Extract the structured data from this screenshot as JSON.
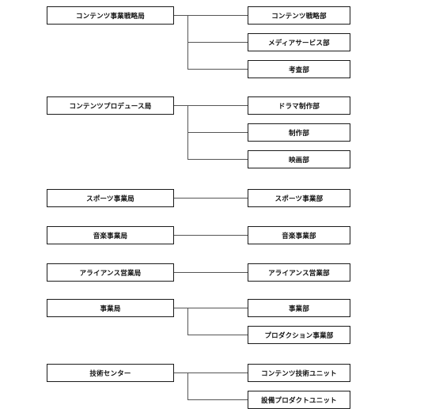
{
  "groups": [
    {
      "bureau": "コンテンツ事業戦略局",
      "departments": [
        "コンテンツ戦略部",
        "メディアサービス部",
        "考査部"
      ]
    },
    {
      "bureau": "コンテンツプロデュース局",
      "departments": [
        "ドラマ制作部",
        "制作部",
        "映画部"
      ]
    },
    {
      "bureau": "スポーツ事業局",
      "departments": [
        "スポーツ事業部"
      ]
    },
    {
      "bureau": "音楽事業局",
      "departments": [
        "音楽事業部"
      ]
    },
    {
      "bureau": "アライアンス営業局",
      "departments": [
        "アライアンス営業部"
      ]
    },
    {
      "bureau": "事業局",
      "departments": [
        "事業部",
        "プロダクション事業部"
      ]
    },
    {
      "bureau": "技術センター",
      "departments": [
        "コンテンツ技術ユニット",
        "設備プロダクトユニット"
      ]
    }
  ]
}
